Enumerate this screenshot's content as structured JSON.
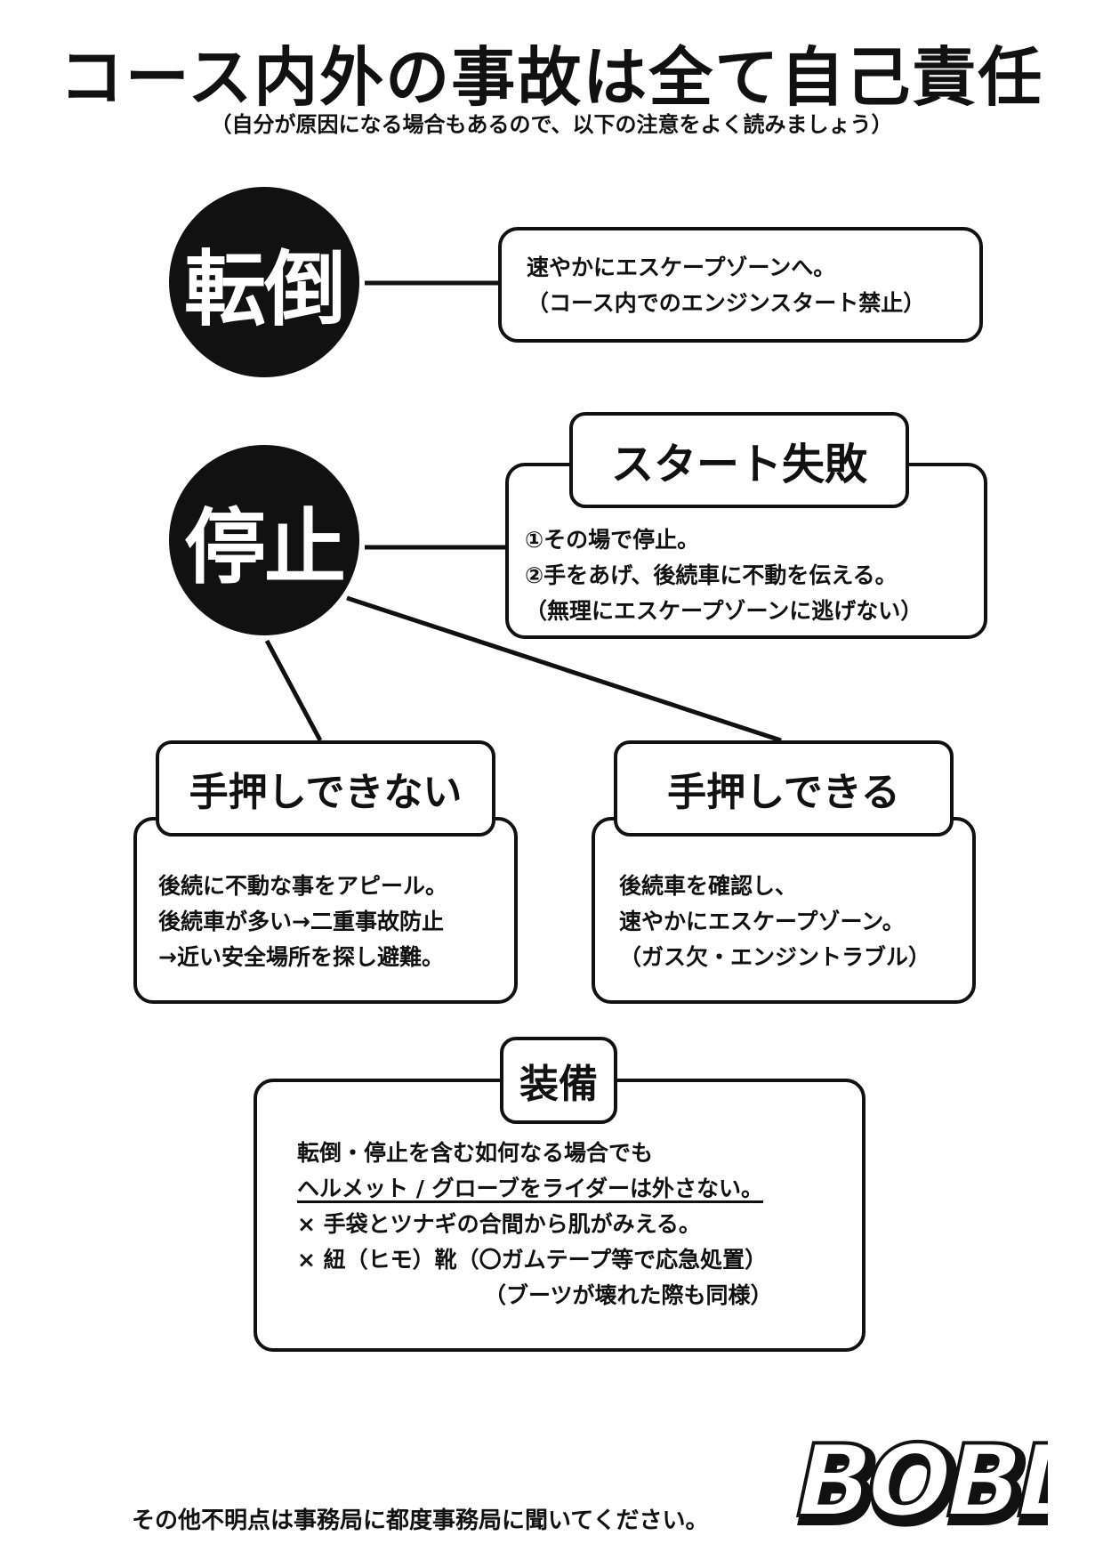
{
  "title": "コース内外の事故は全て自己責任",
  "subtitle": "（自分が原因になる場合もあるので、以下の注意をよく読みましょう）",
  "sections": {
    "tentou": {
      "circle_label": "転倒",
      "lines": [
        "速やかにエスケープゾーンへ。",
        "（コース内でのエンジンスタート禁止）"
      ]
    },
    "teishi": {
      "circle_label": "停止",
      "tag": "スタート失敗",
      "lines": [
        "①その場で停止。",
        "②手をあげ、後続車に不動を伝える。",
        "（無理にエスケープゾーンに逃げない）"
      ]
    },
    "cannot_push": {
      "tag": "手押しできない",
      "lines": [
        "後続に不動な事をアピール。",
        "後続車が多い→二重事故防止",
        "→近い安全場所を探し避難。"
      ]
    },
    "can_push": {
      "tag": "手押しできる",
      "lines": [
        "後続車を確認し、",
        "速やかにエスケープゾーン。",
        "（ガス欠・エンジントラブル）"
      ]
    },
    "equipment": {
      "tag": "装備",
      "line1": "転倒・停止を含む如何なる場合でも",
      "line2": "ヘルメット / グローブをライダーは外さない。",
      "line3": "× 手袋とツナギの合間から肌がみえる。",
      "line4": "× 紐（ヒモ）靴（〇ガムテープ等で応急処置）",
      "line5": "（ブーツが壊れた際も同様）"
    }
  },
  "footer": "その他不明点は事務局に都度事務局に聞いてください。",
  "logo_text": "BOBL",
  "colors": {
    "ink": "#111111",
    "paper": "#ffffff"
  }
}
